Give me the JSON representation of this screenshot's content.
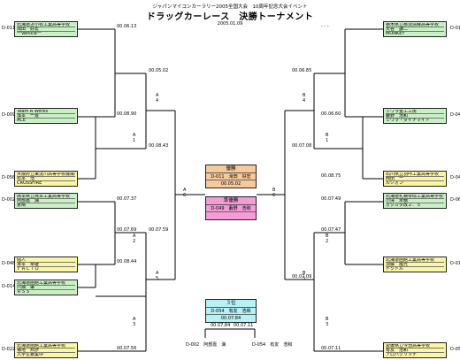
{
  "header": {
    "subtitle": "ジャパンマイコンカーラリー2005全国大会　10周年記念大会イベント",
    "title": "ドラッグカーレース　決勝トーナメント",
    "date": "2005.01.09"
  },
  "left_entries": [
    {
      "id": "D-011",
      "lines": [
        "北海道苫小牧工業高等学校",
        "滝田　好宏",
        "ーVehicleー"
      ],
      "color": "green"
    },
    {
      "id": "D-009",
      "lines": [
        "Team A Works",
        "濱本　一豊",
        "ACE"
      ],
      "color": "green"
    },
    {
      "id": "D-056",
      "lines": [
        "大阪府立東淀川高等学校機械科",
        "松本　浩",
        "CROSSFIRE"
      ],
      "color": "yellow"
    },
    {
      "id": "D-002",
      "lines": [
        "熊本県立熊本工業高等学校",
        "阿部嘉　満",
        "素晴"
      ],
      "color": "green"
    },
    {
      "id": "D-048",
      "lines": [
        "個人",
        "坂本　幸雄",
        "ＦＡＣＴＯ"
      ],
      "color": "yellow"
    },
    {
      "id": "D-014",
      "lines": [
        "北海道函館工業高等学校",
        "川畑　肇",
        "ＲＳＳ"
      ],
      "color": "green"
    },
    {
      "id": "D-022",
      "lines": [
        "北海道函館工業高等学校",
        "菊地　邦彦",
        "入学生募集中"
      ],
      "color": "yellow"
    }
  ],
  "right_entries": [
    {
      "id": "D-016",
      "lines": [
        "栃木県立那須清峰高等学校",
        "天谷　謙二",
        "MONKEY"
      ],
      "color": "green"
    },
    {
      "id": "D-049",
      "lines": [
        "ミウラ金工工房",
        "藪野　浩和",
        "ミウラ・ダイナマイト"
      ],
      "color": "green"
    },
    {
      "id": "D-041",
      "lines": [
        "石川県立羽咋工業高等学校",
        "西田　一",
        "ルシオン"
      ],
      "color": "yellow"
    },
    {
      "id": "D-061",
      "lines": [
        "北海道札幌琴似工業高等学校",
        "小澤　禾穂",
        "オクカタ改２．５"
      ],
      "color": "green"
    },
    {
      "id": "D-013",
      "lines": [
        "北海道函館工業高等学校",
        "須藤　嵐光",
        "ドクトル"
      ],
      "color": "yellow"
    },
    {
      "id": "D-054",
      "lines": [
        "愛媛県立今治高等学校",
        "有友　浩和",
        "アロハクリッチ"
      ],
      "color": "yellow"
    }
  ],
  "times": {
    "l1": "00.06.13",
    "l2": "00.08.90",
    "l3": "00.08.43",
    "l4": "00.07.37",
    "l5": "00.07.69",
    "l6": "00.08.44",
    "l7": "00.07.56",
    "l8": "00.05.02",
    "l9": "00.07.59",
    "r1": "- - -",
    "r2": "00.06.60",
    "r3": "00.08.75",
    "r4": "00.07.47",
    "r5": "00.07.49",
    "r6": "00.07.11",
    "r7": "00.06.85",
    "r8": "00.07.09",
    "r9": "00.07.08",
    "f1": "00.07.84",
    "f2": "00.07.11",
    "rs1": "- - -",
    "rs2": "- - -"
  },
  "match_labels": {
    "a4": "A\n4",
    "a1": "A\n1",
    "a2": "A\n2",
    "a5": "A\n5",
    "a3": "A\n3",
    "a6": "A\n6",
    "b4": "B\n4",
    "b1": "B\n1",
    "b2": "B\n2",
    "b5": "B\n5",
    "b3": "B\n3",
    "b6": "B\n6"
  },
  "results": {
    "winner": {
      "title": "優勝",
      "line1": "D-011　滝田　好宏",
      "line2": "00.05.02"
    },
    "runner_up": {
      "title": "準優勝",
      "line1": "D-049　藪野　浩和",
      "line2": ""
    },
    "third": {
      "title": "３位",
      "line1": "D-054　有友　浩和",
      "line2": "00.07.84"
    }
  },
  "third_place": {
    "left_name": "D-002　阿部嘉　満",
    "right_name": "D-054　有友　浩和"
  }
}
